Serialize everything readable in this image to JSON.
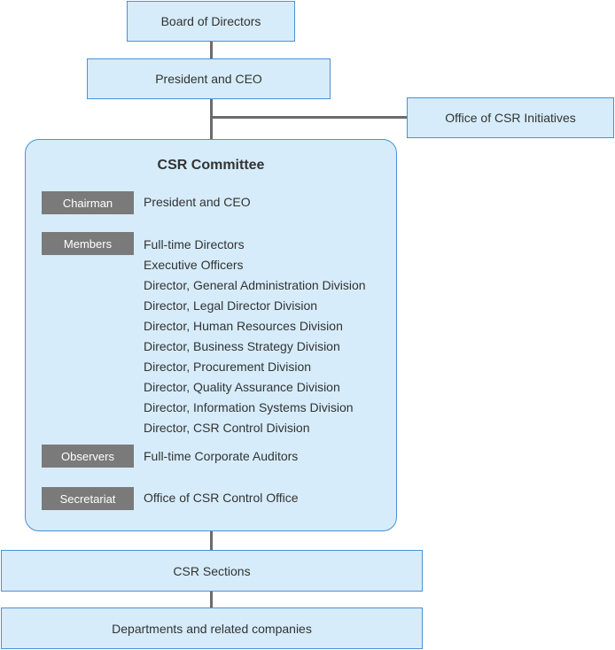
{
  "board": {
    "label": "Board of Directors"
  },
  "president": {
    "label": "President and CEO"
  },
  "office_csr": {
    "label": "Office of CSR Initiatives"
  },
  "committee": {
    "title": "CSR Committee",
    "chairman": {
      "tag": "Chairman",
      "value": "President and CEO"
    },
    "members": {
      "tag": "Members",
      "items": [
        "Full-time Directors",
        "Executive Officers",
        "Director, General Administration Division",
        "Director, Legal Director Division",
        "Director, Human Resources Division",
        "Director, Business Strategy Division",
        "Director, Procurement Division",
        "Director, Quality Assurance Division",
        "Director, Information Systems Division",
        "Director, CSR Control Division"
      ]
    },
    "observers": {
      "tag": "Observers",
      "value": "Full-time Corporate Auditors"
    },
    "secretariat": {
      "tag": "Secretariat",
      "value": "Office of CSR Control Office"
    }
  },
  "csr_sections": {
    "label": "CSR Sections"
  },
  "departments": {
    "label": "Departments and related companies"
  },
  "colors": {
    "box_fill": "#d6ecfa",
    "box_border": "#4a90d9",
    "connector": "#6b6b6b",
    "tag_fill": "#7a7a7a"
  }
}
